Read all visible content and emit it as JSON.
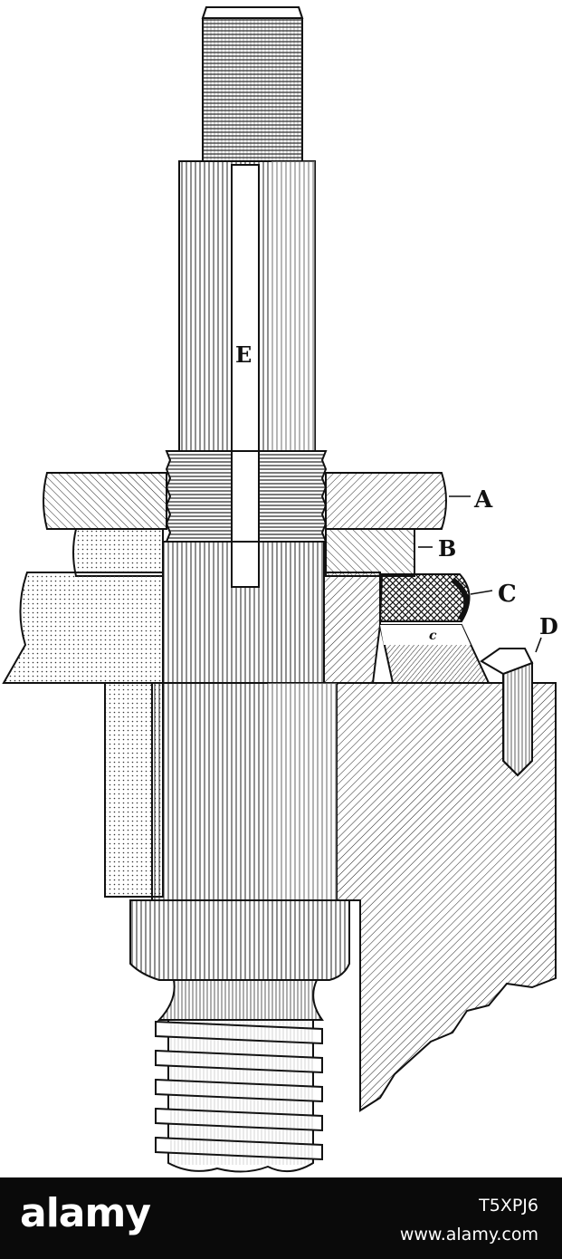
{
  "diagram": {
    "labels": {
      "A": "A",
      "B": "B",
      "C": "C",
      "D": "D",
      "E": "E",
      "c": "c"
    }
  },
  "watermark": {
    "brand": "alamy",
    "image_id": "T5XPJ6",
    "site": "www.alamy.com"
  }
}
